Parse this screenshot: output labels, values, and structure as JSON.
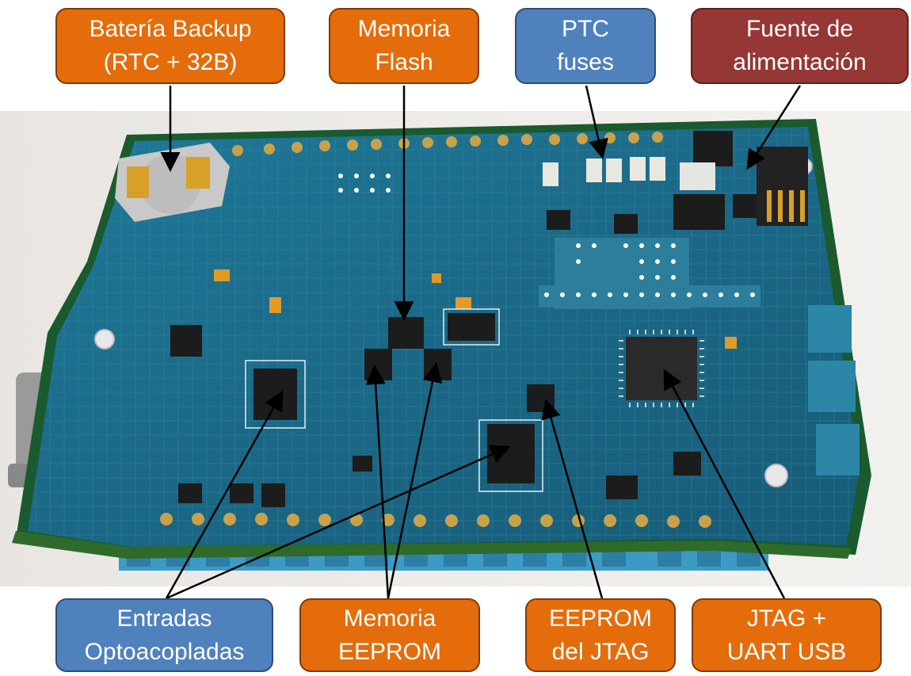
{
  "callouts": {
    "bateria": {
      "line1": "Batería Backup",
      "line2": "(RTC + 32B)",
      "color": "#e46c0a"
    },
    "flash": {
      "line1": "Memoria",
      "line2": "Flash",
      "color": "#e46c0a"
    },
    "ptc": {
      "line1": "PTC",
      "line2": "fuses",
      "color": "#4f81bd"
    },
    "fuente": {
      "line1": "Fuente de",
      "line2": "alimentación",
      "color": "#953735"
    },
    "entradas": {
      "line1": "Entradas",
      "line2": "Optoacopladas",
      "color": "#4f81bd"
    },
    "eeprom": {
      "line1": "Memoria",
      "line2": "EEPROM",
      "color": "#e46c0a"
    },
    "eeprom_jtag": {
      "line1": "EEPROM",
      "line2": "del JTAG",
      "color": "#e46c0a"
    },
    "jtag_uart": {
      "line1": "JTAG +",
      "line2": "UART USB",
      "color": "#e46c0a"
    }
  },
  "board": {
    "pcb_color": "#1d6f8f",
    "terminal_color": "#3c9bc4",
    "chip_color": "#1c1c1c"
  }
}
